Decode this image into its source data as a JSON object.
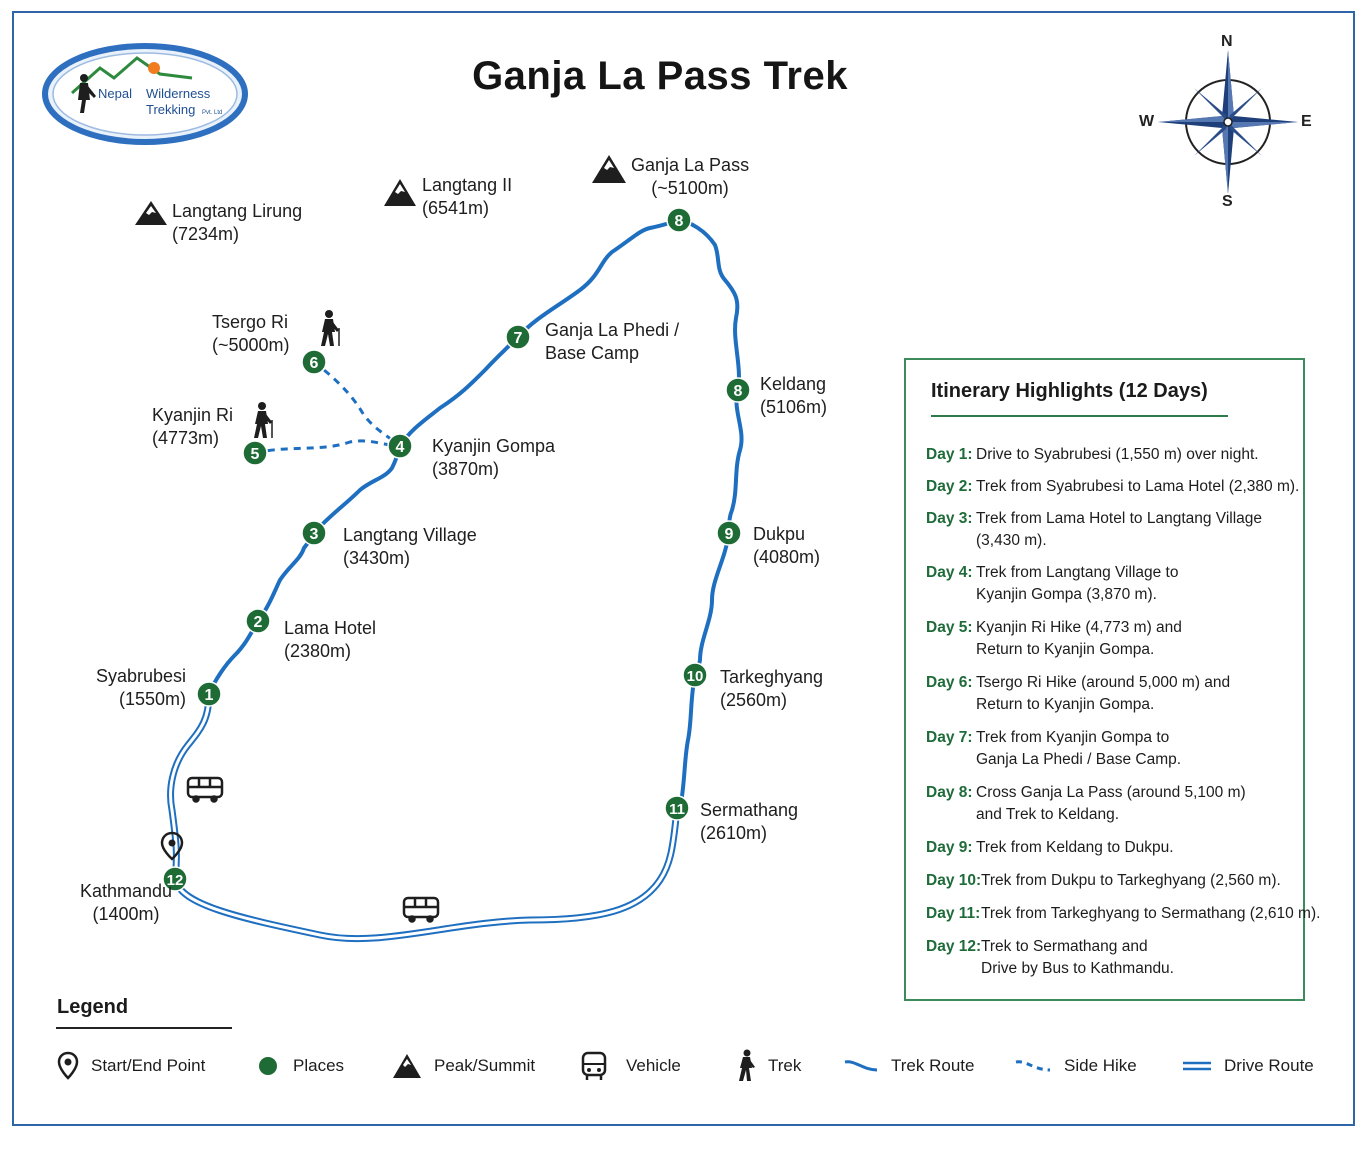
{
  "title": "Ganja La Pass Trek",
  "logo": {
    "line1a": "Nepal",
    "line1b": "Wilderness",
    "line2": "Trekking",
    "line2b": "Pvt. Ltd"
  },
  "compass": {
    "n": "N",
    "s": "S",
    "e": "E",
    "w": "W"
  },
  "peaks": [
    {
      "name": "Langtang Lirung",
      "alt": "(7234m)"
    },
    {
      "name": "Langtang II",
      "alt": "(6541m)"
    },
    {
      "name": "Ganja La Pass",
      "alt": "(~5100m)"
    }
  ],
  "stops": [
    {
      "num": "1",
      "name": "Syabrubesi",
      "alt": "(1550m)"
    },
    {
      "num": "2",
      "name": "Lama Hotel",
      "alt": "(2380m)"
    },
    {
      "num": "3",
      "name": "Langtang Village",
      "alt": "(3430m)"
    },
    {
      "num": "4",
      "name": "Kyanjin Gompa",
      "alt": "(3870m)"
    },
    {
      "num": "5",
      "name": "Kyanjin Ri",
      "alt": "(4773m)"
    },
    {
      "num": "6",
      "name": "Tsergo Ri",
      "alt": "(~5000m)"
    },
    {
      "num": "7",
      "name": "Ganja La Phedi /",
      "alt": "Base Camp"
    },
    {
      "num": "8",
      "name": "",
      "alt": ""
    },
    {
      "num": "8",
      "name": "Keldang",
      "alt": "(5106m)"
    },
    {
      "num": "9",
      "name": "Dukpu",
      "alt": "(4080m)"
    },
    {
      "num": "10",
      "name": "Tarkeghyang",
      "alt": "(2560m)"
    },
    {
      "num": "11",
      "name": "Sermathang",
      "alt": "(2610m)"
    },
    {
      "num": "12",
      "name": "Kathmandu",
      "alt": "(1400m)"
    }
  ],
  "itinerary": {
    "title": "Itinerary Highlights (12 Days)",
    "days": [
      {
        "label": "Day 1:",
        "text": "Drive to Syabrubesi (1,550 m) over night."
      },
      {
        "label": "Day 2:",
        "text": "Trek from Syabrubesi to Lama Hotel (2,380 m)."
      },
      {
        "label": "Day 3:",
        "text": "Trek from Lama Hotel to Langtang Village\n(3,430 m)."
      },
      {
        "label": "Day 4:",
        "text": "Trek from Langtang Village to\nKyanjin Gompa (3,870 m)."
      },
      {
        "label": "Day 5:",
        "text": "Kyanjin Ri Hike (4,773 m) and\nReturn to Kyanjin Gompa."
      },
      {
        "label": "Day 6:",
        "text": "Tsergo Ri Hike (around 5,000 m) and\nReturn to Kyanjin Gompa."
      },
      {
        "label": "Day 7:",
        "text": "Trek from Kyanjin Gompa to\nGanja La Phedi / Base Camp."
      },
      {
        "label": "Day 8:",
        "text": "Cross Ganja La Pass (around 5,100 m)\nand Trek to Keldang."
      },
      {
        "label": "Day 9:",
        "text": "Trek from Keldang to Dukpu."
      },
      {
        "label": "Day 10:",
        "text": "Trek from Dukpu to Tarkeghyang (2,560 m)."
      },
      {
        "label": "Day 11:",
        "text": "Trek from Tarkeghyang to Sermathang (2,610 m)."
      },
      {
        "label": "Day 12:",
        "text": "Trek to Sermathang and\nDrive by Bus to Kathmandu."
      }
    ]
  },
  "legend": {
    "title": "Legend",
    "items": [
      {
        "icon": "location-pin-icon",
        "label": "Start/End Point"
      },
      {
        "icon": "green-dot-icon",
        "label": "Places"
      },
      {
        "icon": "peak-icon",
        "label": "Peak/Summit"
      },
      {
        "icon": "bus-icon",
        "label": "Vehicle"
      },
      {
        "icon": "hiker-icon",
        "label": "Trek"
      },
      {
        "icon": "trek-route-line-icon",
        "label": "Trek Route"
      },
      {
        "icon": "side-hike-line-icon",
        "label": "Side Hike"
      },
      {
        "icon": "drive-route-line-icon",
        "label": "Drive Route"
      }
    ]
  },
  "colors": {
    "route": "#1f6fc1",
    "stop": "#1e6b35",
    "frame": "#2f66a8",
    "itinerary_border": "#3d8a5a"
  }
}
